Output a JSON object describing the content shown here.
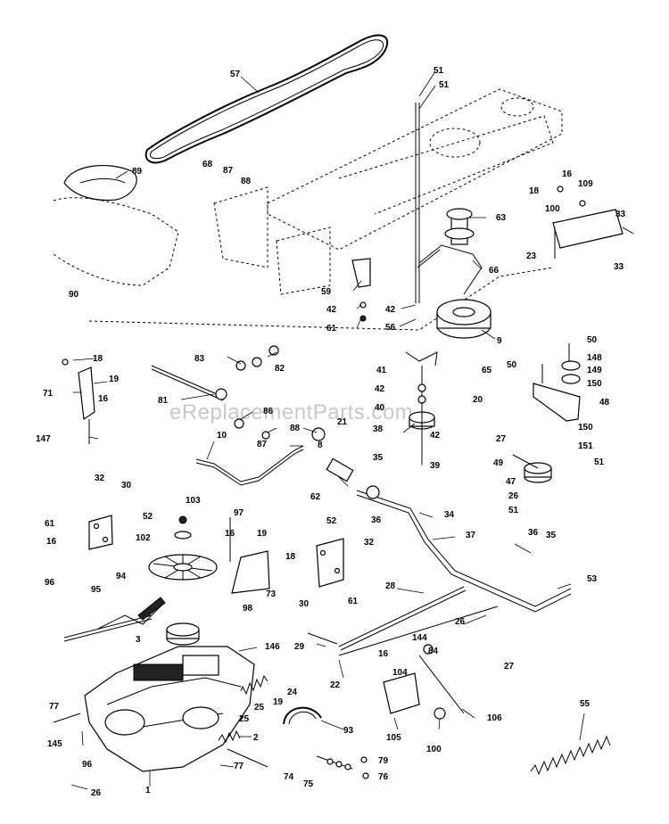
{
  "watermark": "eReplacementParts.com",
  "callouts": [
    {
      "id": "c57",
      "text": "57"
    },
    {
      "id": "c51a",
      "text": "51"
    },
    {
      "id": "c51b",
      "text": "51"
    },
    {
      "id": "c89",
      "text": "89"
    },
    {
      "id": "c68",
      "text": "68"
    },
    {
      "id": "c87a",
      "text": "87"
    },
    {
      "id": "c88a",
      "text": "88"
    },
    {
      "id": "c16a",
      "text": "16"
    },
    {
      "id": "c18a",
      "text": "18"
    },
    {
      "id": "c109",
      "text": "109"
    },
    {
      "id": "c100a",
      "text": "100"
    },
    {
      "id": "c33a",
      "text": "33"
    },
    {
      "id": "c63",
      "text": "63"
    },
    {
      "id": "c23",
      "text": "23"
    },
    {
      "id": "c33b",
      "text": "33"
    },
    {
      "id": "c66",
      "text": "66"
    },
    {
      "id": "c90",
      "text": "90"
    },
    {
      "id": "c59",
      "text": "59"
    },
    {
      "id": "c42a",
      "text": "42"
    },
    {
      "id": "c61a",
      "text": "61"
    },
    {
      "id": "c42b",
      "text": "42"
    },
    {
      "id": "c56",
      "text": "56"
    },
    {
      "id": "c9",
      "text": "9"
    },
    {
      "id": "c50a",
      "text": "50"
    },
    {
      "id": "c148",
      "text": "148"
    },
    {
      "id": "c50b",
      "text": "50"
    },
    {
      "id": "c149",
      "text": "149"
    },
    {
      "id": "c150a",
      "text": "150"
    },
    {
      "id": "c48",
      "text": "48"
    },
    {
      "id": "c83",
      "text": "83"
    },
    {
      "id": "c82",
      "text": "82"
    },
    {
      "id": "c18b",
      "text": "18"
    },
    {
      "id": "c19a",
      "text": "19"
    },
    {
      "id": "c71",
      "text": "71"
    },
    {
      "id": "c16b",
      "text": "16"
    },
    {
      "id": "c41",
      "text": "41"
    },
    {
      "id": "c65",
      "text": "65"
    },
    {
      "id": "c42c",
      "text": "42"
    },
    {
      "id": "c20",
      "text": "20"
    },
    {
      "id": "c81",
      "text": "81"
    },
    {
      "id": "c86",
      "text": "86"
    },
    {
      "id": "c40",
      "text": "40"
    },
    {
      "id": "c21",
      "text": "21"
    },
    {
      "id": "c87b",
      "text": "87"
    },
    {
      "id": "c88b",
      "text": "88"
    },
    {
      "id": "c38",
      "text": "38"
    },
    {
      "id": "c42d",
      "text": "42"
    },
    {
      "id": "c147",
      "text": "147"
    },
    {
      "id": "c150b",
      "text": "150"
    },
    {
      "id": "c27a",
      "text": "27"
    },
    {
      "id": "c151",
      "text": "151"
    },
    {
      "id": "c10",
      "text": "10"
    },
    {
      "id": "c8",
      "text": "8"
    },
    {
      "id": "c39",
      "text": "39"
    },
    {
      "id": "c49",
      "text": "49"
    },
    {
      "id": "c51c",
      "text": "51"
    },
    {
      "id": "c47",
      "text": "47"
    },
    {
      "id": "c26a",
      "text": "26"
    },
    {
      "id": "c51d",
      "text": "51"
    },
    {
      "id": "c35a",
      "text": "35"
    },
    {
      "id": "c32a",
      "text": "32"
    },
    {
      "id": "c30a",
      "text": "30"
    },
    {
      "id": "c62",
      "text": "62"
    },
    {
      "id": "c36a",
      "text": "36"
    },
    {
      "id": "c103",
      "text": "103"
    },
    {
      "id": "c97",
      "text": "97"
    },
    {
      "id": "c34",
      "text": "34"
    },
    {
      "id": "c61b",
      "text": "61"
    },
    {
      "id": "c52a",
      "text": "52"
    },
    {
      "id": "c16c",
      "text": "16"
    },
    {
      "id": "c102",
      "text": "102"
    },
    {
      "id": "c52b",
      "text": "52"
    },
    {
      "id": "c37",
      "text": "37"
    },
    {
      "id": "c16d",
      "text": "16"
    },
    {
      "id": "c19b",
      "text": "19"
    },
    {
      "id": "c32b",
      "text": "32"
    },
    {
      "id": "c36b",
      "text": "36"
    },
    {
      "id": "c35b",
      "text": "35"
    },
    {
      "id": "c18c",
      "text": "18"
    },
    {
      "id": "c94",
      "text": "94"
    },
    {
      "id": "c53",
      "text": "53"
    },
    {
      "id": "c96a",
      "text": "96"
    },
    {
      "id": "c73",
      "text": "73"
    },
    {
      "id": "c95",
      "text": "95"
    },
    {
      "id": "c30b",
      "text": "30"
    },
    {
      "id": "c61c",
      "text": "61"
    },
    {
      "id": "c28",
      "text": "28"
    },
    {
      "id": "c98",
      "text": "98"
    },
    {
      "id": "c26b",
      "text": "26"
    },
    {
      "id": "c3",
      "text": "3"
    },
    {
      "id": "c146",
      "text": "146"
    },
    {
      "id": "c29",
      "text": "29"
    },
    {
      "id": "c144",
      "text": "144"
    },
    {
      "id": "c84",
      "text": "84"
    },
    {
      "id": "c16e",
      "text": "16"
    },
    {
      "id": "c27b",
      "text": "27"
    },
    {
      "id": "c104",
      "text": "104"
    },
    {
      "id": "c22",
      "text": "22"
    },
    {
      "id": "c25a",
      "text": "25"
    },
    {
      "id": "c25b",
      "text": "25"
    },
    {
      "id": "c19c",
      "text": "19"
    },
    {
      "id": "c24",
      "text": "24"
    },
    {
      "id": "c55",
      "text": "55"
    },
    {
      "id": "c77a",
      "text": "77"
    },
    {
      "id": "c106",
      "text": "106"
    },
    {
      "id": "c93",
      "text": "93"
    },
    {
      "id": "c145",
      "text": "145"
    },
    {
      "id": "c2",
      "text": "2"
    },
    {
      "id": "c105",
      "text": "105"
    },
    {
      "id": "c100b",
      "text": "100"
    },
    {
      "id": "c96b",
      "text": "96"
    },
    {
      "id": "c77b",
      "text": "77"
    },
    {
      "id": "c79",
      "text": "79"
    },
    {
      "id": "c74",
      "text": "74"
    },
    {
      "id": "c75",
      "text": "75"
    },
    {
      "id": "c76",
      "text": "76"
    },
    {
      "id": "c26c",
      "text": "26"
    },
    {
      "id": "c1",
      "text": "1"
    }
  ]
}
